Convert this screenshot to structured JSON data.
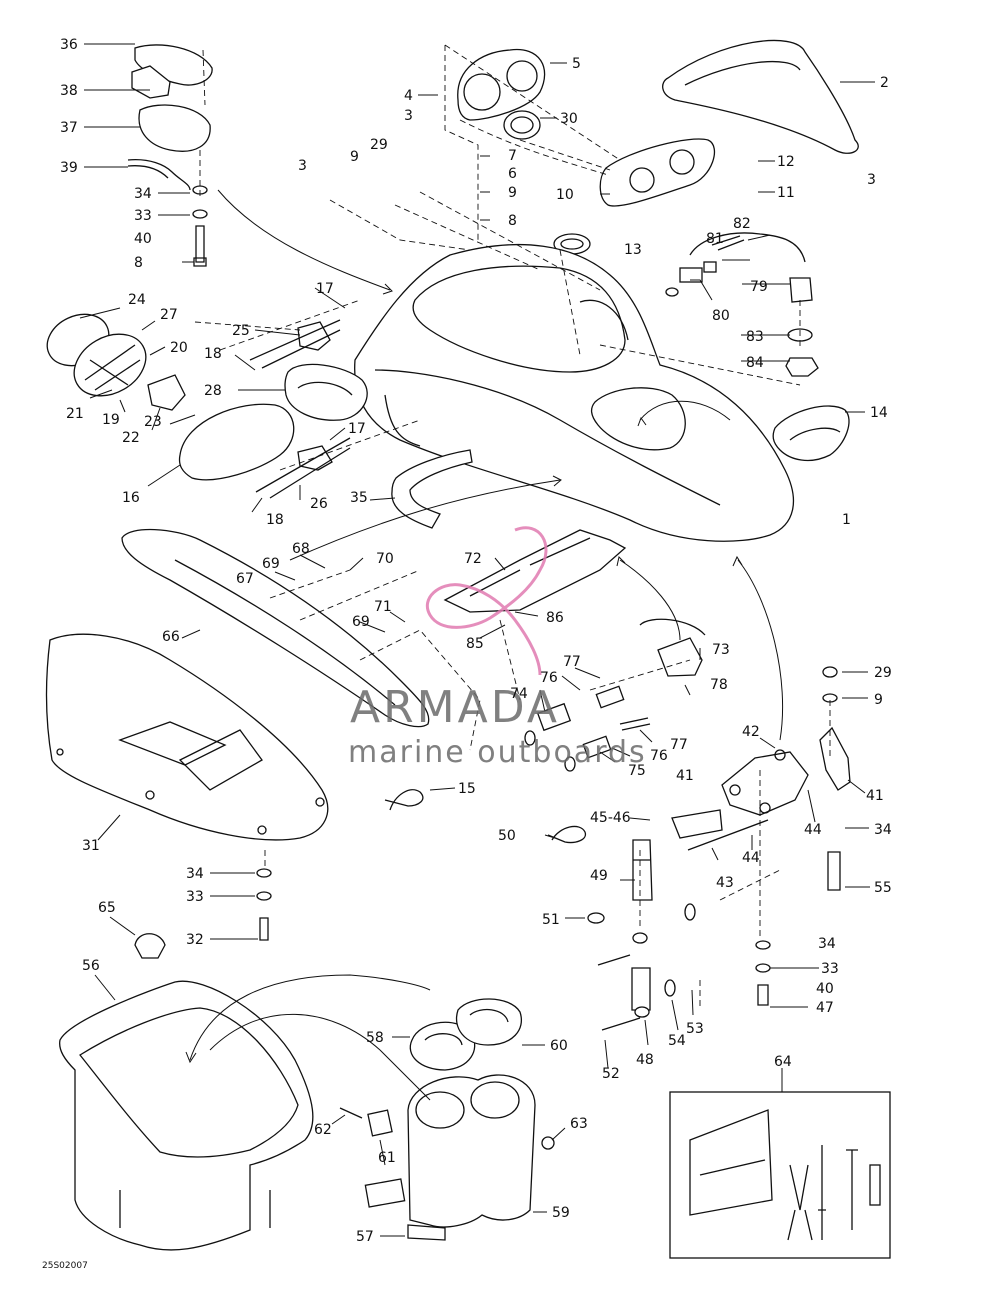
{
  "diagram_code": "25S02007",
  "watermark": {
    "brand": "ARMADA",
    "tagline": "marine outboards",
    "logo_color": "#e07ab0"
  },
  "callouts": [
    "36",
    "38",
    "37",
    "39",
    "34",
    "33",
    "40",
    "8",
    "4",
    "3",
    "5",
    "30",
    "7",
    "6",
    "9",
    "8",
    "10",
    "2",
    "12",
    "11",
    "3",
    "3",
    "9",
    "29",
    "13",
    "82",
    "81",
    "79",
    "80",
    "83",
    "84",
    "24",
    "27",
    "20",
    "21",
    "19",
    "22",
    "23",
    "17",
    "25",
    "18",
    "28",
    "16",
    "17",
    "26",
    "18",
    "35",
    "14",
    "1",
    "72",
    "86",
    "85",
    "73",
    "78",
    "68",
    "70",
    "69",
    "67",
    "71",
    "69",
    "66",
    "77",
    "76",
    "74",
    "77",
    "76",
    "75",
    "41",
    "15",
    "50",
    "45-46",
    "49",
    "43",
    "42",
    "29",
    "9",
    "41",
    "44",
    "44",
    "34",
    "55",
    "51",
    "52",
    "48",
    "54",
    "53",
    "34",
    "33",
    "40",
    "47",
    "31",
    "34",
    "33",
    "32",
    "65",
    "56",
    "58",
    "60",
    "62",
    "61",
    "63",
    "57",
    "59",
    "64"
  ]
}
